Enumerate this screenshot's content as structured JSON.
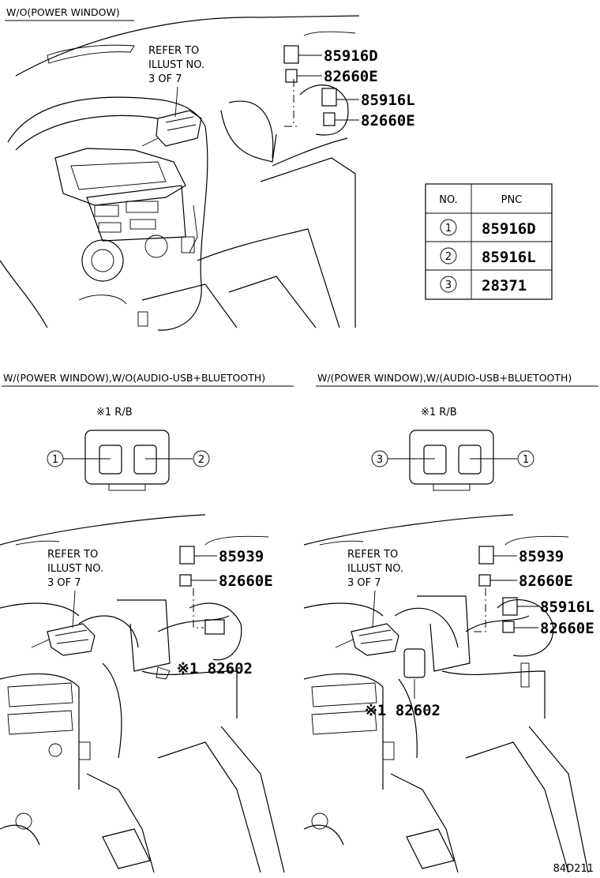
{
  "diagram_id": "84D211",
  "top": {
    "title": "W/O(POWER WINDOW)",
    "refer": [
      "REFER TO",
      "ILLUST NO.",
      "3 OF 7"
    ],
    "parts": [
      "85916D",
      "82660E",
      "85916L",
      "82660E"
    ]
  },
  "table": {
    "headers": [
      "NO.",
      "PNC"
    ],
    "rows": [
      {
        "no": "1",
        "pnc": "85916D"
      },
      {
        "no": "2",
        "pnc": "85916L"
      },
      {
        "no": "3",
        "pnc": "28371"
      }
    ]
  },
  "left": {
    "title": "W/(POWER WINDOW),W/O(AUDIO-USB+BLUETOOTH)",
    "switch_label": "※1 R/B",
    "callout_left": "1",
    "callout_right": "2",
    "refer": [
      "REFER TO",
      "ILLUST NO.",
      "3 OF 7"
    ],
    "parts": [
      "85939",
      "82660E"
    ],
    "note_part": "※1 82602"
  },
  "right": {
    "title": "W/(POWER WINDOW),W/(AUDIO-USB+BLUETOOTH)",
    "switch_label": "※1 R/B",
    "callout_left": "3",
    "callout_right": "1",
    "refer": [
      "REFER TO",
      "ILLUST NO.",
      "3 OF 7"
    ],
    "parts": [
      "85939",
      "82660E",
      "85916L",
      "82660E"
    ],
    "note_part": "※1 82602"
  }
}
